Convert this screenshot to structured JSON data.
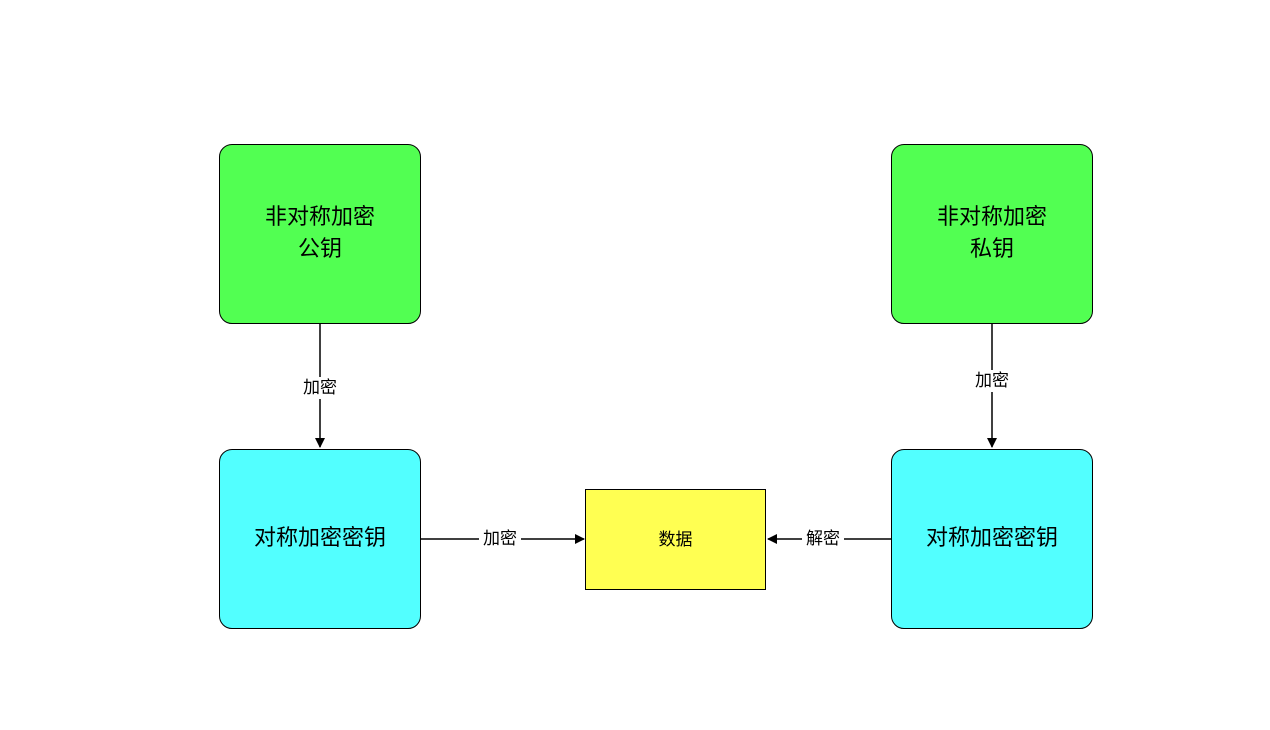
{
  "colors": {
    "asymmetric_key": "#52ff52",
    "symmetric_key": "#52ffff",
    "data": "#ffff52",
    "stroke": "#000000"
  },
  "nodes": {
    "public_key": {
      "line1": "非对称加密",
      "line2": "公钥"
    },
    "private_key": {
      "line1": "非对称加密",
      "line2": "私钥"
    },
    "sym_key_left": {
      "label": "对称加密密钥"
    },
    "sym_key_right": {
      "label": "对称加密密钥"
    },
    "data": {
      "label": "数据"
    }
  },
  "edges": {
    "public_to_sym": {
      "label": "加密"
    },
    "private_to_sym": {
      "label": "加密"
    },
    "sym_left_to_data": {
      "label": "加密"
    },
    "sym_right_to_data": {
      "label": "解密"
    }
  }
}
